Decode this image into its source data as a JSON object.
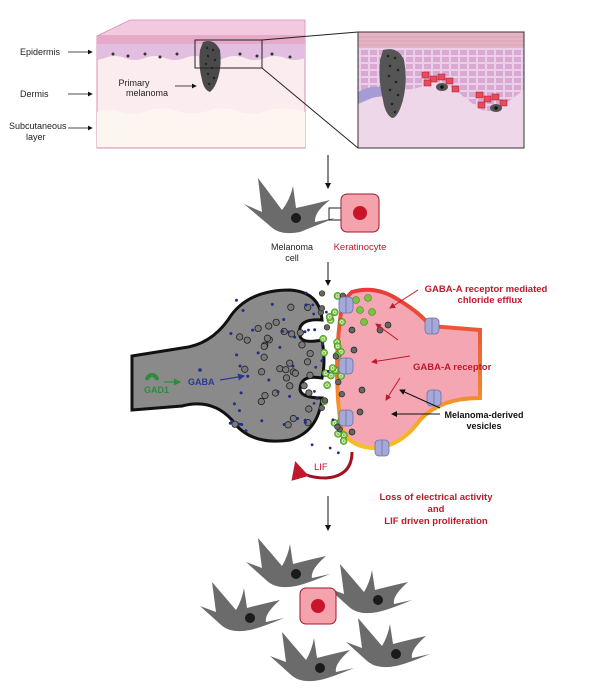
{
  "skin": {
    "layers": [
      "Epidermis",
      "Dermis",
      "Subcutaneous",
      "layer"
    ],
    "primary_melanoma": [
      "Primary",
      "melanoma"
    ]
  },
  "cells": {
    "melanoma_cell": [
      "Melanoma",
      "cell"
    ],
    "keratinocyte": "Keratinocyte"
  },
  "synapse": {
    "gad1": "GAD1",
    "gaba": "GABA",
    "chloride_efflux": [
      "GABA-A receptor mediated",
      "chloride efflux"
    ],
    "gabaa_receptor": "GABA-A receptor",
    "vesicles": [
      "Melanoma-derived",
      "vesicles"
    ],
    "lif": "LIF"
  },
  "outcome": [
    "Loss of electrical activity",
    "and",
    "LIF driven proliferation"
  ],
  "colors": {
    "melanoma_gray": "#6b6b6b",
    "keratinocyte_pink": "#f4a3ac",
    "accent_red": "#b3122a",
    "gaba_blue": "#1f2f8a",
    "gad1_green": "#2e8b3e",
    "vesicle_green": "#7cc242",
    "receptor_purple": "#a6a9d8"
  }
}
